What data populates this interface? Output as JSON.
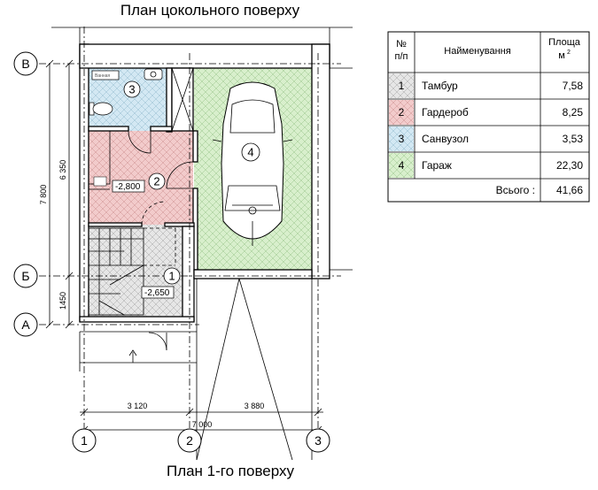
{
  "titles": {
    "top": "План цокольного поверху",
    "bottom": "План 1-го поверху"
  },
  "axes": {
    "horizontal": [
      "В",
      "Б",
      "А"
    ],
    "vertical": [
      "1",
      "2",
      "3"
    ]
  },
  "dimensions": {
    "v_total": "7 800",
    "v_upper": "6 350",
    "v_lower": "1450",
    "h_left": "3 120",
    "h_right": "3 880",
    "h_total": "7 000"
  },
  "levels": {
    "wardrobe": "-2,800",
    "vestibule": "-2,650"
  },
  "fixtures": {
    "bath_label": "Ванная"
  },
  "room_markers": [
    "3",
    "2",
    "4",
    "1"
  ],
  "colors": {
    "vestibule": "#e6e6e6",
    "wardrobe": "#f2cbcb",
    "bathroom": "#d3e8f3",
    "garage": "#d8efcc"
  },
  "table": {
    "headers": [
      "№ п/п",
      "Найменування",
      "Площа м²"
    ],
    "header_no_lines": [
      "№",
      "п/п"
    ],
    "header_area_lines": [
      "Площа",
      "м",
      "2"
    ],
    "rows": [
      {
        "no": "1",
        "name": "Тамбур",
        "area": "7,58",
        "color": "#e6e6e6"
      },
      {
        "no": "2",
        "name": "Гардероб",
        "area": "8,25",
        "color": "#f2cbcb"
      },
      {
        "no": "3",
        "name": "Санвузол",
        "area": "3,53",
        "color": "#d3e8f3"
      },
      {
        "no": "4",
        "name": "Гараж",
        "area": "22,30",
        "color": "#d8efcc"
      }
    ],
    "total_label": "Всього :",
    "total_value": "41,66"
  }
}
